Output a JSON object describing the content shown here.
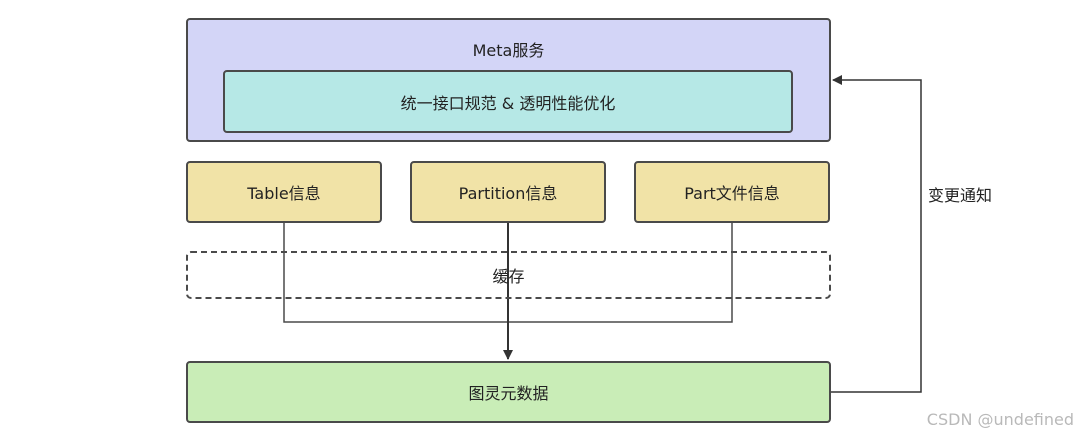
{
  "meta_service": {
    "title": "Meta服务",
    "inner_label": "统一接口规范 & 透明性能优化"
  },
  "info_boxes": {
    "table": "Table信息",
    "partition": "Partition信息",
    "part": "Part文件信息"
  },
  "cache": {
    "label": "缓存"
  },
  "graph_metadata": {
    "label": "图灵元数据"
  },
  "change_notification": {
    "label": "变更通知"
  },
  "watermark": "CSDN @undefined",
  "colors": {
    "meta_fill": "#d3d5f7",
    "inner_fill": "#b6e8e6",
    "info_fill": "#f1e3a7",
    "graph_fill": "#c9edb7",
    "stroke": "#4a4a4a"
  }
}
